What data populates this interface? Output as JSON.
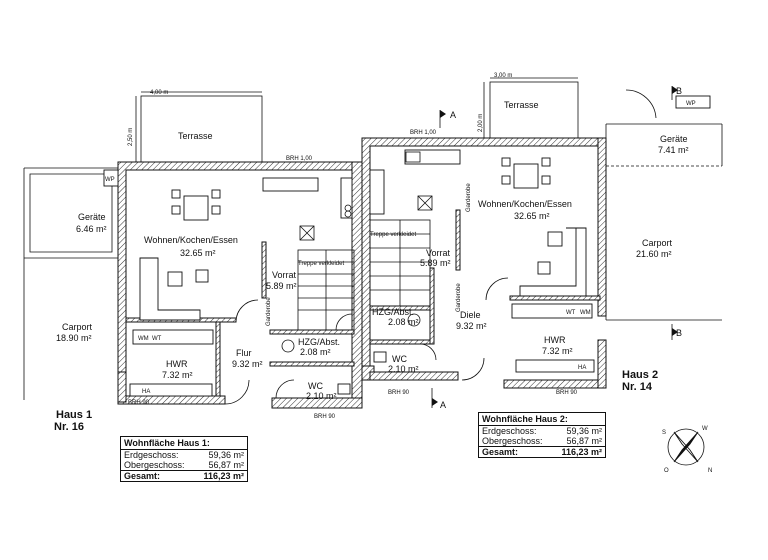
{
  "house1": {
    "label_line1": "Haus 1",
    "label_line2": "Nr. 16",
    "rooms": {
      "terrace": "Terrasse",
      "terrace_width": "4,00 m",
      "terrace_depth": "2,50 m",
      "brh_top": "BRH 1,00",
      "wp": "WP",
      "sheds_name": "Geräte",
      "sheds_area": "6.46 m²",
      "living_name": "Wohnen/Kochen/Essen",
      "living_area": "32.65 m²",
      "vorrat_name": "Vorrat",
      "vorrat_area": "5.89 m²",
      "stair_cover": "Treppe verkleidet",
      "wardrobe": "Garderobe",
      "carport_name": "Carport",
      "carport_area": "18.90 m²",
      "flur_name": "Flur",
      "flur_area": "9.32 m²",
      "hzg_name": "HZG/Abst.",
      "hzg_area": "2.08 m²",
      "hwr_name": "HWR",
      "hwr_area": "7.32 m²",
      "wm": "WM",
      "wt": "WT",
      "ha": "HA",
      "wc_name": "WC",
      "wc_area": "2.10 m²",
      "brh_bottom_left": "BRH 90",
      "brh_bottom_right": "BRH 90"
    },
    "summary": {
      "title": "Wohnfläche Haus 1:",
      "rows": [
        {
          "label": "Erdgeschoss:",
          "value": "59,36 m²"
        },
        {
          "label": "Obergeschoss:",
          "value": "56,87 m²"
        }
      ],
      "total_label": "Gesamt:",
      "total_value": "116,23 m²"
    }
  },
  "house2": {
    "label_line1": "Haus 2",
    "label_line2": "Nr. 14",
    "rooms": {
      "terrace": "Terrasse",
      "terrace_width": "3,00 m",
      "terrace_depth": "2,00 m",
      "brh_top": "BRH 1,00",
      "wp": "WP",
      "sheds_name": "Geräte",
      "sheds_area": "7.41 m²",
      "living_name": "Wohnen/Kochen/Essen",
      "living_area": "32.65 m²",
      "vorrat_name": "Vorrat",
      "vorrat_area": "5.89 m²",
      "stair_cover": "Treppe verkleidet",
      "wardrobe": "Garderobe",
      "carport_name": "Carport",
      "carport_area": "21.60 m²",
      "diele_name": "Diele",
      "diele_area": "9.32 m²",
      "hzg_name": "HZG/Abst.",
      "hzg_area": "2.08 m²",
      "hwr_name": "HWR",
      "hwr_area": "7.32 m²",
      "wt": "WT",
      "wm": "WM",
      "ha": "HA",
      "wc_name": "WC",
      "wc_area": "2.10 m²",
      "brh_bottom_left": "BRH 90",
      "brh_bottom_right": "BRH 90"
    },
    "summary": {
      "title": "Wohnfläche Haus 2:",
      "rows": [
        {
          "label": "Erdgeschoss:",
          "value": "59,36 m²"
        },
        {
          "label": "Obergeschoss:",
          "value": "56,87 m²"
        }
      ],
      "total_label": "Gesamt:",
      "total_value": "116,23 m²"
    }
  },
  "section_marks": {
    "a": "A",
    "b": "B"
  },
  "compass": {
    "n": "N",
    "s": "S",
    "o": "O",
    "w": "W"
  }
}
